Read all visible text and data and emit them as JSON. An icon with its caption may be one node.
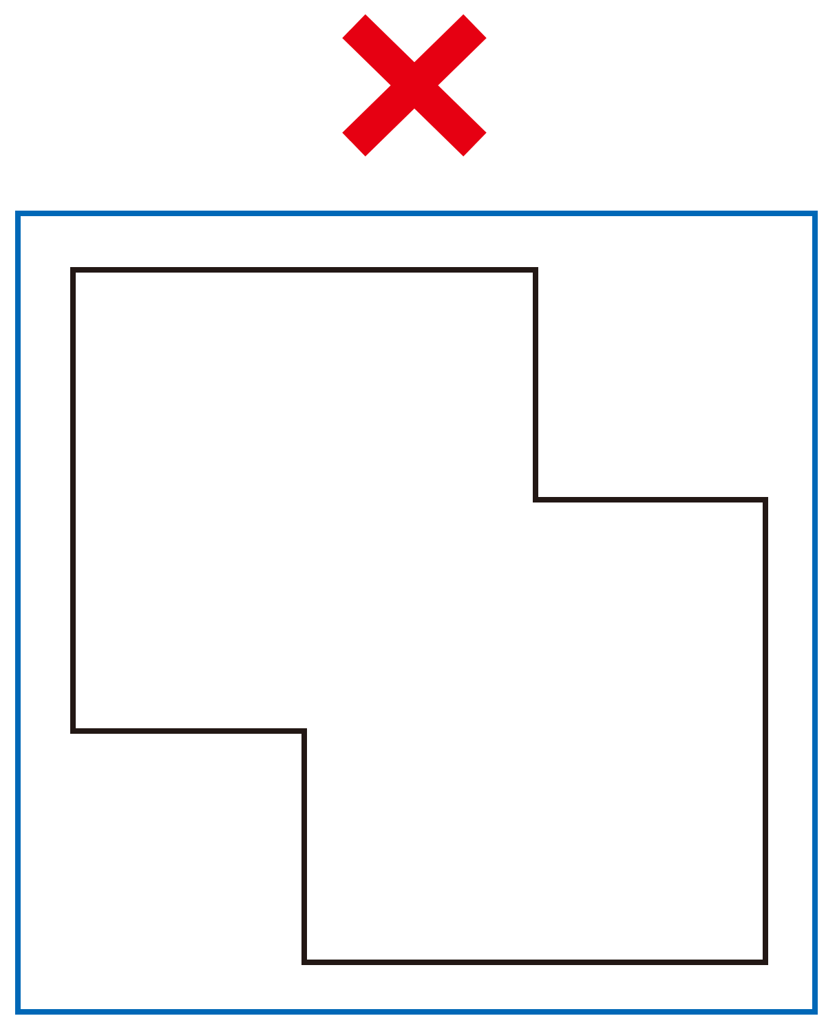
{
  "diagram": {
    "nodes": [
      {
        "text": [],
        "shape": "box"
      },
      {
        "text": [],
        "shape": "polygon",
        "in": 0
      }
    ]
  }
}
